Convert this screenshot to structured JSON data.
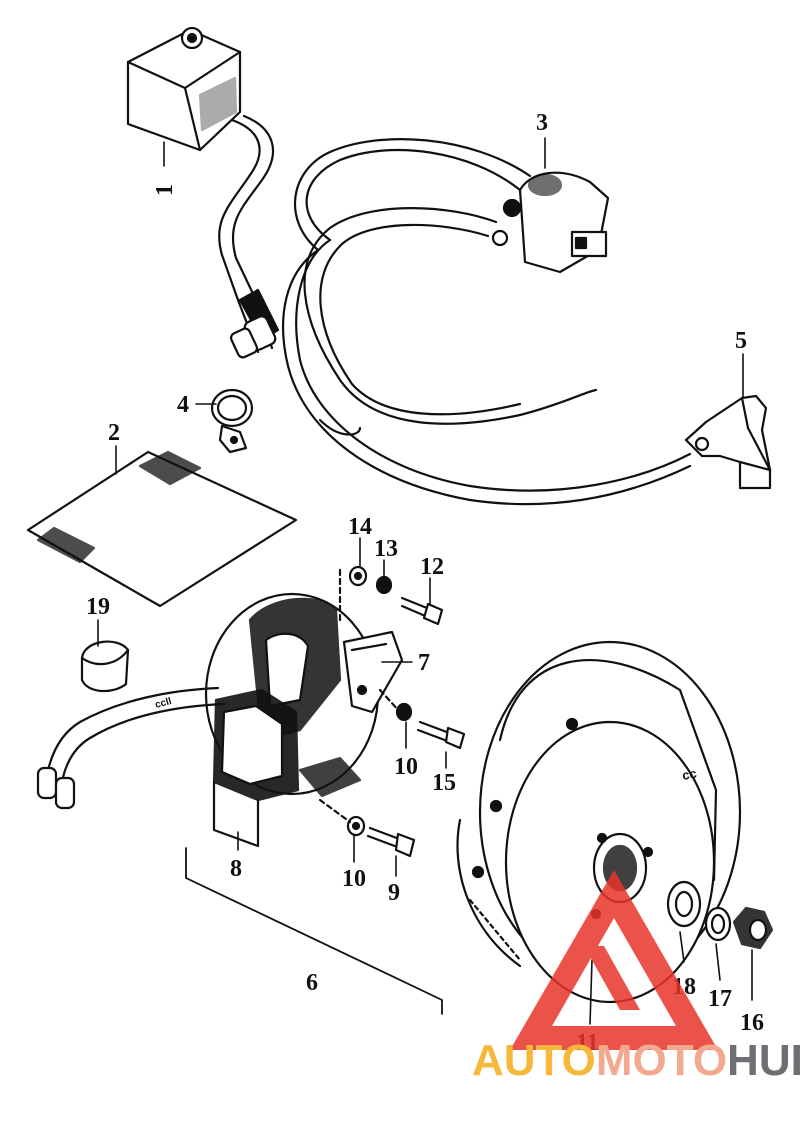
{
  "callouts": {
    "c1": "1",
    "c2": "2",
    "c3": "3",
    "c4": "4",
    "c5": "5",
    "c6": "6",
    "c7": "7",
    "c8": "8",
    "c9": "9",
    "c10a": "10",
    "c10b": "10",
    "c11": "11",
    "c12": "12",
    "c13": "13",
    "c14": "14",
    "c15": "15",
    "c16": "16",
    "c17": "17",
    "c18": "18",
    "c19": "19"
  },
  "part_text": {
    "cc_flywheel": "cc",
    "cc_cable": "ccll"
  },
  "watermark": {
    "part1": "AUTO",
    "part2": "MOTO",
    "part3": "HUB",
    "colors": {
      "part1": "#f6b83a",
      "part2": "#f3a98f",
      "part3": "#6f6f73",
      "triangle": "#e8342a"
    }
  },
  "colors": {
    "ink": "#111111",
    "background": "#ffffff"
  }
}
